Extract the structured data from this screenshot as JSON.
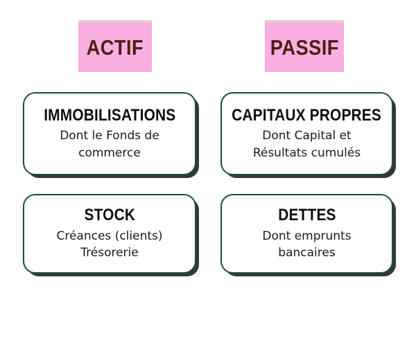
{
  "diagram": {
    "title_columns": [
      {
        "id": "actif",
        "label": "ACTIF"
      },
      {
        "id": "passif",
        "label": "PASSIF"
      }
    ],
    "cards": [
      {
        "id": "immobilisations",
        "column": "actif",
        "title": "IMMOBILISATIONS",
        "body": "Dont le Fonds de\ncommerce"
      },
      {
        "id": "capitaux-propres",
        "column": "passif",
        "title": "CAPITAUX PROPRES",
        "body": "Dont Capital et\nRésultats cumulés"
      },
      {
        "id": "stock",
        "column": "actif",
        "title": "STOCK",
        "body": "Créances (clients)\nTrésorerie"
      },
      {
        "id": "dettes",
        "column": "passif",
        "title": "DETTES",
        "body": "Dont emprunts\nbancaires"
      }
    ],
    "colors": {
      "chip_background": "#FBAEE0",
      "chip_text": "#4A1F16",
      "card_border": "#13503B",
      "card_background": "#FFFFFF",
      "card_shadow": "#141414",
      "page_background": "#FFFFFF",
      "text": "#0D0D0D"
    }
  }
}
